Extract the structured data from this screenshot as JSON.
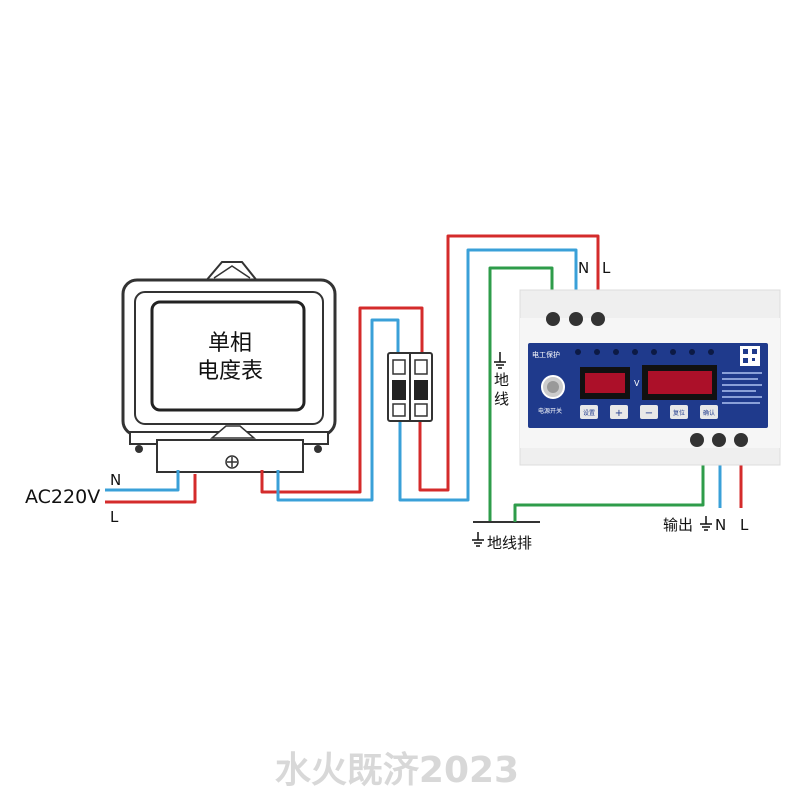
{
  "meter": {
    "line1": "单相",
    "line2": "电度表"
  },
  "source": {
    "label": "AC220V",
    "n": "N",
    "l": "L"
  },
  "ground": {
    "vertical_line1": "地",
    "vertical_line2": "线",
    "bar_label": "地线排"
  },
  "input_terminals": {
    "n": "N",
    "l": "L"
  },
  "output_terminals": {
    "label": "输出",
    "n": "N",
    "l": "L"
  },
  "device": {
    "brand": "电工保护",
    "display_unit": "V",
    "buttons": [
      "设置",
      "+",
      "−",
      "复位",
      "确认"
    ],
    "switch_label": "电源开关"
  },
  "watermark": "水火既济2023",
  "colors": {
    "live": "#d42b2b",
    "neutral": "#3aa0d8",
    "earth": "#2e9c4a",
    "panel": "#1f3a8c",
    "display": "#c8102e"
  }
}
